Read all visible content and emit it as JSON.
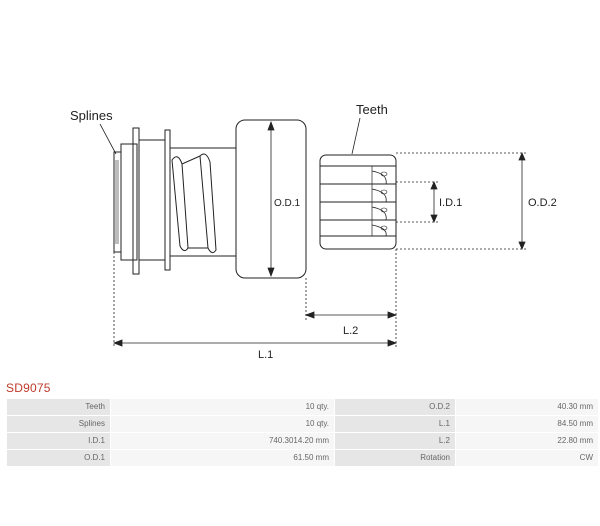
{
  "product_code": "SD9075",
  "labels": {
    "splines": "Splines",
    "teeth": "Teeth",
    "od1": "O.D.1",
    "od2": "O.D.2",
    "id1": "I.D.1",
    "l1": "L.1",
    "l2": "L.2"
  },
  "specs": [
    {
      "k1": "Teeth",
      "v1": "10 qty.",
      "k2": "O.D.2",
      "v2": "40.30 mm"
    },
    {
      "k1": "Splines",
      "v1": "10 qty.",
      "k2": "L.1",
      "v2": "84.50 mm"
    },
    {
      "k1": "I.D.1",
      "v1": "740.3014.20 mm",
      "k2": "L.2",
      "v2": "22.80 mm"
    },
    {
      "k1": "O.D.1",
      "v1": "61.50 mm",
      "k2": "Rotation",
      "v2": "CW"
    }
  ]
}
